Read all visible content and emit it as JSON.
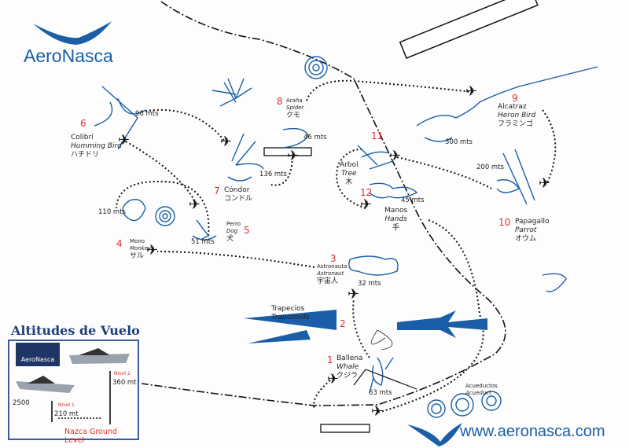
{
  "brand": {
    "name": "AeroNasca",
    "url": "www.aeronasca.com",
    "color": "#1a5ea8",
    "accent": "#d9302c"
  },
  "altitudes": {
    "title": "Altitudes de Vuelo",
    "logo": "AeroNasca",
    "level1_label": "Nivel 1",
    "level1_value": "210 mt",
    "level2_label": "Nivel 2",
    "level2_value": "360 mt",
    "left_value": "2500",
    "ground": "Nazca Ground Level"
  },
  "sites": [
    {
      "num": "1",
      "es": "Ballena",
      "en": "Whale",
      "ja": "クジラ",
      "dist": "63 mts"
    },
    {
      "num": "2",
      "es": "Trapecios",
      "en": "Trapezoids"
    },
    {
      "num": "3",
      "es": "Astronauta",
      "en": "Astronaut",
      "ja": "宇宙人",
      "dist": "32 mts"
    },
    {
      "num": "4",
      "es": "Mono",
      "en": "Monkey",
      "ja": "サル",
      "dist": "110 mts"
    },
    {
      "num": "5",
      "es": "Perro",
      "en": "Dog",
      "ja": "犬",
      "dist": "51 mts"
    },
    {
      "num": "6",
      "es": "Colibrí",
      "en": "Humming Bird",
      "ja": "ハチドリ",
      "dist": "96 mts"
    },
    {
      "num": "7",
      "es": "Cóndor",
      "ja": "コンドル",
      "dist": "136 mts"
    },
    {
      "num": "8",
      "es": "Araña",
      "en": "Spider",
      "ja": "クモ",
      "dist": "46 mts"
    },
    {
      "num": "9",
      "es": "Alcatraz",
      "en": "Heron Bird",
      "ja": "フラミンゴ",
      "dist": "300 mts"
    },
    {
      "num": "10",
      "es": "Papagallo",
      "en": "Parrot",
      "ja": "オウム",
      "dist": "200 mts"
    },
    {
      "num": "11",
      "es": "Arbol",
      "en": "Tree",
      "ja": "木"
    },
    {
      "num": "12",
      "es": "Manos",
      "en": "Hands",
      "ja": "手",
      "dist": "45 mts"
    }
  ],
  "aqueduct": {
    "es": "Acueductos",
    "en": "Acueduct"
  },
  "icons": {
    "plane": "airplane-icon",
    "logo": "bird-logo-icon"
  }
}
